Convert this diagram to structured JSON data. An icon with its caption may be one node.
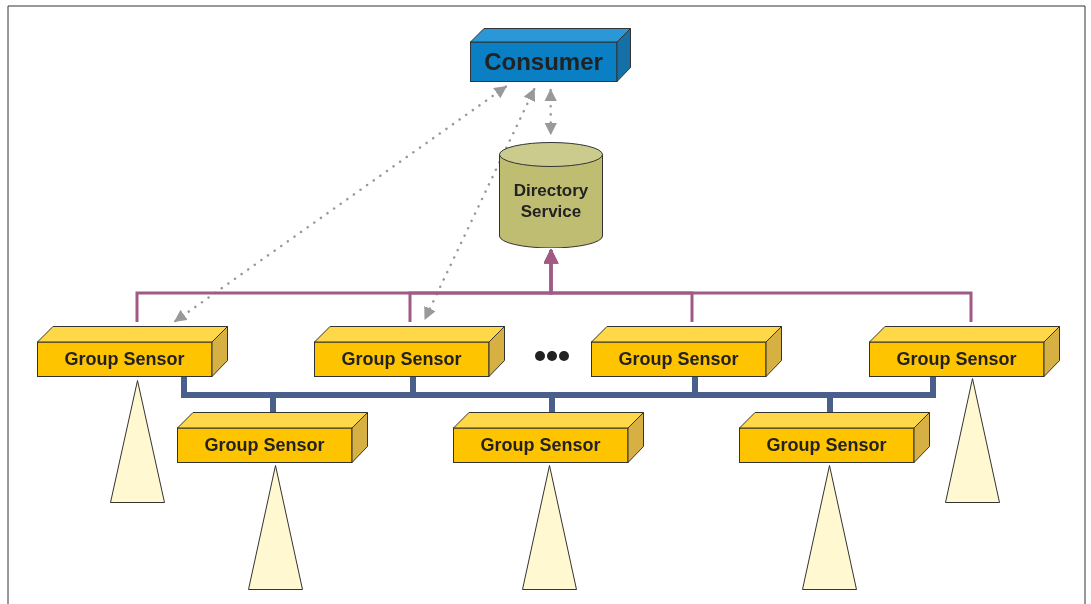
{
  "diagram": {
    "nodes": [
      {
        "text": [
          "Consumer"
        ]
      },
      {
        "text": [
          "Directory Service"
        ]
      },
      {
        "text": [
          "Group Sensor"
        ]
      },
      {
        "text": [
          "Group Sensor"
        ]
      },
      {
        "text": [
          "Group Sensor"
        ]
      },
      {
        "text": [
          "Group Sensor"
        ]
      },
      {
        "text": [
          "Group Sensor"
        ]
      },
      {
        "text": [
          "Group Sensor"
        ]
      },
      {
        "text": [
          "Group Sensor"
        ]
      },
      {
        "text": [],
        "shape": "triangle"
      },
      {
        "text": [],
        "shape": "triangle"
      },
      {
        "text": [],
        "shape": "triangle"
      },
      {
        "text": [],
        "shape": "triangle"
      },
      {
        "text": [],
        "shape": "triangle"
      }
    ],
    "edges": [
      {
        "from": 0,
        "to": 2,
        "arrow": "both",
        "style": "dashed",
        "color": "#999999"
      },
      {
        "from": 0,
        "to": 3,
        "arrow": "both",
        "style": "dashed",
        "color": "#999999"
      },
      {
        "from": 0,
        "to": 1,
        "arrow": "both",
        "style": "dashed",
        "color": "#999999"
      },
      {
        "from": 2,
        "to": 1,
        "arrow": "to",
        "color": "#a05a84"
      },
      {
        "from": 3,
        "to": 1,
        "arrow": "to",
        "color": "#a05a84"
      },
      {
        "from": 4,
        "to": 1,
        "arrow": "to",
        "color": "#a05a84"
      },
      {
        "from": 5,
        "to": 1,
        "arrow": "to",
        "color": "#a05a84"
      },
      {
        "from": 2,
        "to": 3,
        "arrow": "none",
        "style": "thick",
        "color": "#4a5f8c"
      },
      {
        "from": 2,
        "to": 4,
        "arrow": "none",
        "style": "thick",
        "color": "#4a5f8c"
      },
      {
        "from": 2,
        "to": 5,
        "arrow": "none",
        "style": "thick",
        "color": "#4a5f8c"
      },
      {
        "from": 2,
        "to": 6,
        "arrow": "none",
        "style": "thick",
        "color": "#4a5f8c"
      },
      {
        "from": 2,
        "to": 7,
        "arrow": "none",
        "style": "thick",
        "color": "#4a5f8c"
      },
      {
        "from": 2,
        "to": 8,
        "arrow": "none",
        "style": "thick",
        "color": "#4a5f8c"
      }
    ]
  }
}
